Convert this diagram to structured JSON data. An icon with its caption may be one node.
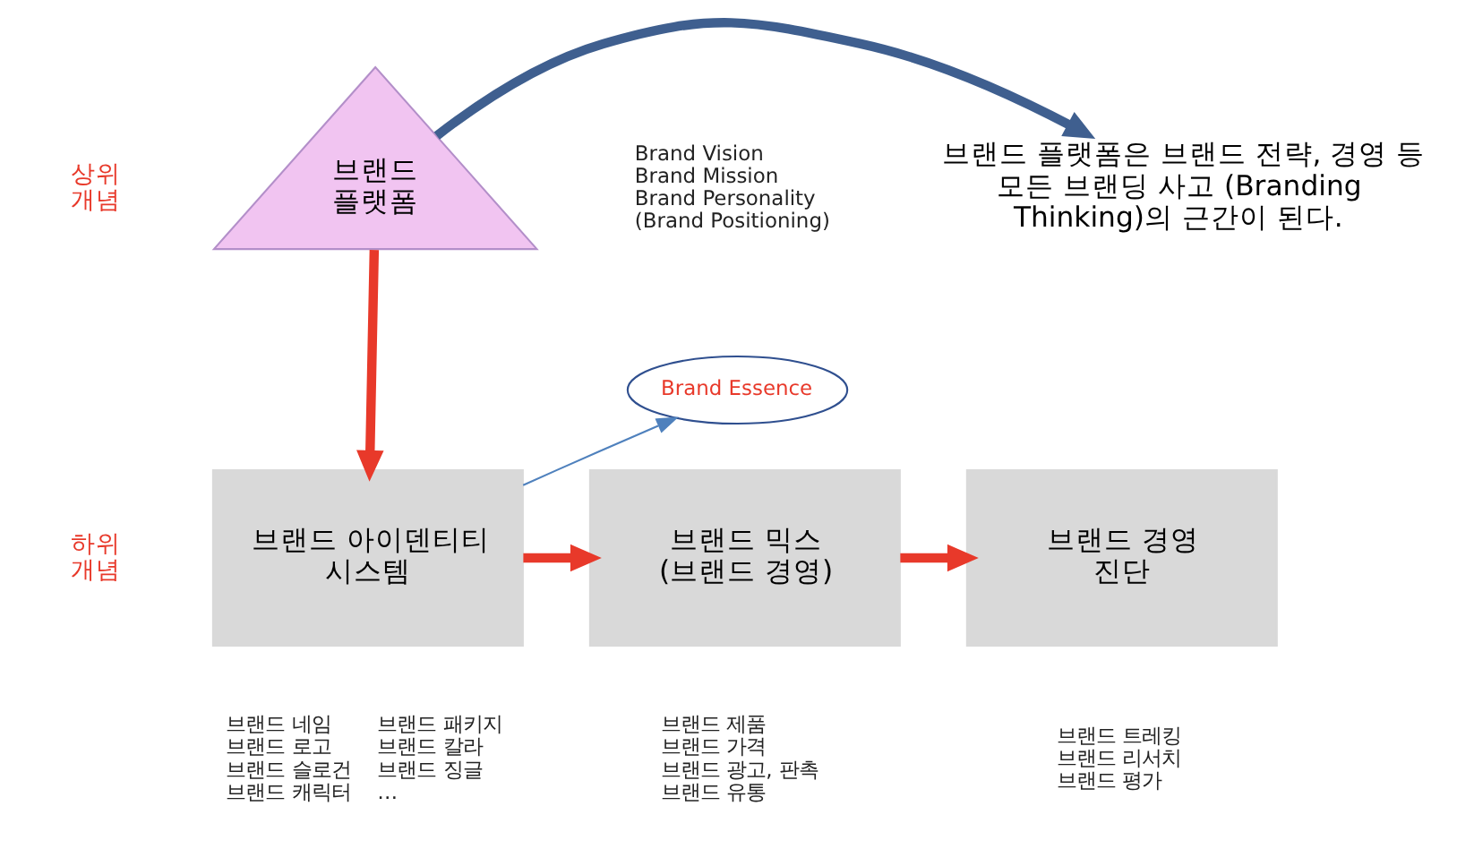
{
  "diagram": {
    "nodes": [
      {
        "text": [
          "상위 개념"
        ]
      },
      {
        "text": [
          "브랜드 플랫폼"
        ],
        "beside": [
          "Brand Vision",
          "Brand Mission",
          "Brand Personality",
          "(Brand Positioning)"
        ]
      },
      {
        "text": [
          "브랜드 플랫폼은 브랜드 전략, 경영 등 모든 브랜딩 사고 (Branding Thinking)의 근간이 된다."
        ]
      },
      {
        "text": [
          "Brand Essence"
        ]
      },
      {
        "text": [
          "하위 개념"
        ]
      },
      {
        "text": [
          "브랜드 아이덴티티 시스템"
        ],
        "beside": [
          "브랜드 네임",
          "브랜드 로고",
          "브랜드 슬로건",
          "브랜드 캐릭터",
          "브랜드 패키지",
          "브랜드 칼라",
          "브랜드 징글",
          "…"
        ]
      },
      {
        "text": [
          "브랜드 믹스 (브랜드 경영)"
        ],
        "beside": [
          "브랜드 제품",
          "브랜드 가격",
          "브랜드 광고, 판촉",
          "브랜드 유통"
        ]
      },
      {
        "text": [
          "브랜드 경영 진단"
        ],
        "beside": [
          "브랜드 트레킹",
          "브랜드 리서치",
          "브랜드 평가"
        ]
      }
    ],
    "edges": [
      {
        "from": 1,
        "to": 2,
        "arrow": "to",
        "color": "#3f5f8f"
      },
      {
        "from": 1,
        "to": 5,
        "arrow": "to"
      },
      {
        "from": 5,
        "to": 3,
        "arrow": "to",
        "color": "#4f81bd"
      },
      {
        "from": 5,
        "to": 6,
        "arrow": "to"
      },
      {
        "from": 6,
        "to": 7,
        "arrow": "to"
      }
    ]
  }
}
